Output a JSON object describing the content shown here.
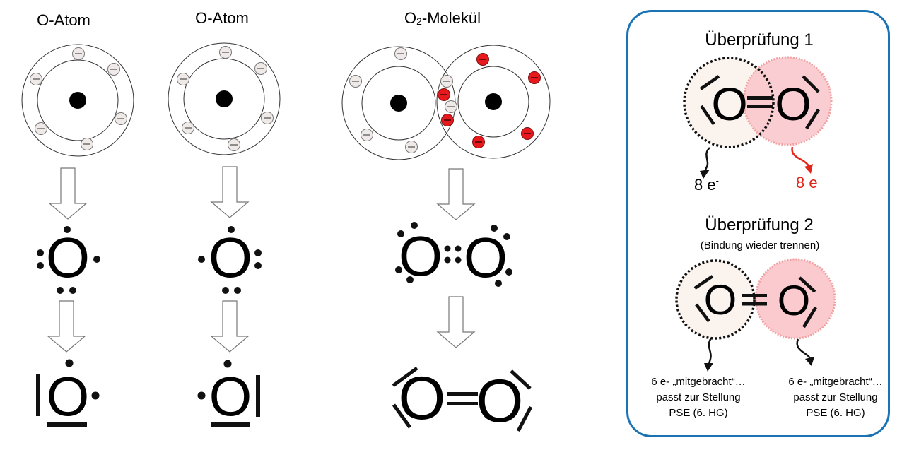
{
  "columns": [
    {
      "title": "O-Atom"
    },
    {
      "title": "O-Atom"
    },
    {
      "title_main": "O",
      "title_sub": "2",
      "title_rest": "-Molekül"
    }
  ],
  "symbol": "O",
  "colors": {
    "own_electron_fill": "#efe9e8",
    "partner_electron_fill": "#e8191c",
    "box_border": "#1b73b4",
    "check_left_fill": "#fbf3ee",
    "check_right_fill": "#f9c5cb",
    "red_text": "#e3261c"
  },
  "check_box": {
    "check1": {
      "title": "Überprüfung 1",
      "left_count": "8 e",
      "right_count": "8 e",
      "charge": "-"
    },
    "check2": {
      "title": "Überprüfung 2",
      "subtitle": "(Bindung wieder trennen)",
      "left_note": [
        "6 e- „mitgebracht“…",
        "passt zur Stellung",
        "PSE (6. HG)"
      ],
      "right_note": [
        "6 e- „mitgebracht“…",
        "passt zur Stellung",
        "PSE (6. HG)"
      ]
    }
  }
}
